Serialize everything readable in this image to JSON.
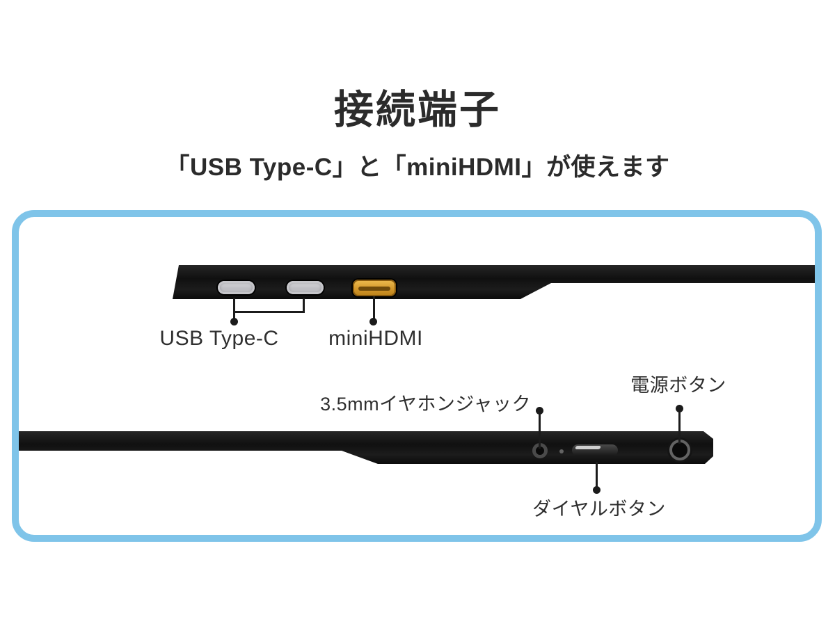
{
  "page": {
    "title": "接続端子",
    "subtitle": "「USB Type-C」と「miniHDMI」が使えます"
  },
  "colors": {
    "frame_border_blue": "#7FC4E9",
    "device_body_black": "#141414",
    "usb_port_gray": "#C6C6CA",
    "hdmi_port_orange": "#D4982B",
    "label_text": "#2F2F2F",
    "background": "#FFFFFF"
  },
  "top_edge_view": {
    "labels": {
      "usb_type_c": "USB Type-C",
      "mini_hdmi": "miniHDMI"
    },
    "ports": [
      "usb-type-c-port-1",
      "usb-type-c-port-2",
      "mini-hdmi-port"
    ]
  },
  "bottom_edge_view": {
    "labels": {
      "earphone_jack": "3.5mmイヤホンジャック",
      "power_button": "電源ボタン",
      "dial_button": "ダイヤルボタン"
    },
    "ports": [
      "earphone-jack-port",
      "mic-hole",
      "dial-button",
      "power-button"
    ]
  }
}
